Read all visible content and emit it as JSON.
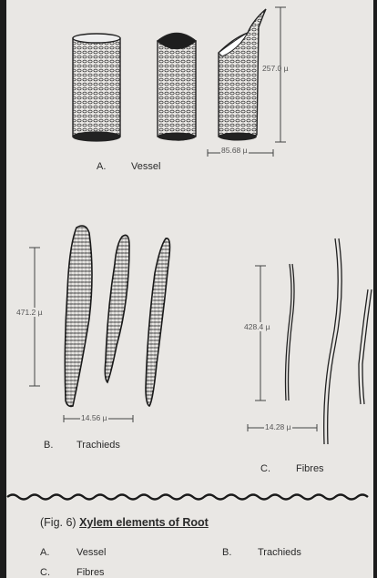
{
  "figure": {
    "vessel": {
      "letter": "A.",
      "name": "Vessel",
      "height_label": "257.0 µ",
      "width_label": "85.68 µ"
    },
    "trachieds": {
      "letter": "B.",
      "name": "Trachieds",
      "height_label": "471.2 µ",
      "width_label": "14.56 µ"
    },
    "fibres": {
      "letter": "C.",
      "name": "Fibres",
      "height_label": "428.4 µ",
      "width_label": "14.28 µ"
    }
  },
  "caption": {
    "prefix": "(Fig. 6)",
    "title": "Xylem elements of Root"
  },
  "legend": [
    {
      "letter": "A.",
      "text": "Vessel"
    },
    {
      "letter": "B.",
      "text": "Trachieds"
    },
    {
      "letter": "C.",
      "text": "Fibres"
    }
  ]
}
